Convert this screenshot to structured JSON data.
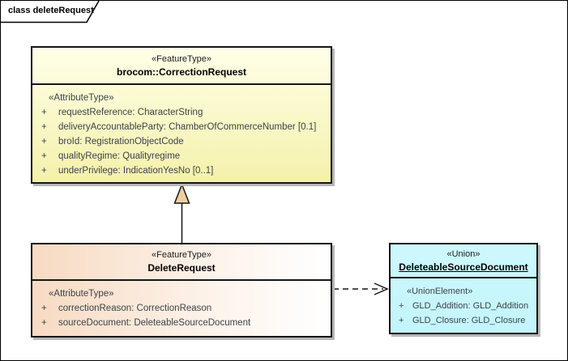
{
  "frame": {
    "title": "class deleteRequest"
  },
  "colors": {
    "feature_fill_top": "#ffffe8",
    "feature_fill_bottom": "#f4f1ab",
    "delete_fill_left": "#f7dac2",
    "delete_fill_right": "#ffffff",
    "union_fill": "#c8f6fd",
    "box_border": "#161616",
    "box_shadow": "#b6b6b6",
    "generalization_arrow_fill": "#ecd0a2",
    "attribute_text": "#3d4349"
  },
  "classes": [
    {
      "stereotype": "«FeatureType»",
      "name": "brocom::CorrectionRequest",
      "attr_stereotype": "«AttributeType»",
      "attributes": [
        {
          "vis": "+",
          "text": "requestReference: CharacterString"
        },
        {
          "vis": "+",
          "text": "deliveryAccountableParty: ChamberOfCommerceNumber [0.1]"
        },
        {
          "vis": "+",
          "text": "broId: RegistrationObjectCode"
        },
        {
          "vis": "+",
          "text": "qualityRegime: Qualityregime"
        },
        {
          "vis": "+",
          "text": "underPrivilege: IndicationYesNo [0..1]"
        }
      ]
    },
    {
      "stereotype": "«FeatureType»",
      "name": "DeleteRequest",
      "attr_stereotype": "«AttributeType»",
      "attributes": [
        {
          "vis": "+",
          "text": "correctionReason: CorrectionReason"
        },
        {
          "vis": "+",
          "text": "sourceDocument: DeleteableSourceDocument"
        }
      ]
    },
    {
      "stereotype": "«Union»",
      "name": "DeleteableSourceDocument",
      "attr_stereotype": "«UnionElement»",
      "attributes": [
        {
          "vis": "+",
          "text": "GLD_Addition: GLD_Addition"
        },
        {
          "vis": "+",
          "text": "GLD_Closure: GLD_Closure"
        }
      ]
    }
  ],
  "relationships": [
    {
      "type": "generalization",
      "from": "DeleteRequest",
      "to": "brocom::CorrectionRequest"
    },
    {
      "type": "dependency",
      "from": "DeleteRequest",
      "to": "DeleteableSourceDocument"
    }
  ]
}
